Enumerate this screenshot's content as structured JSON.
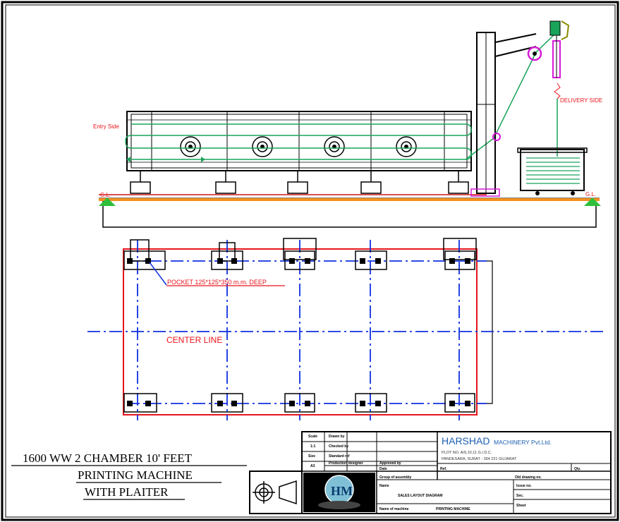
{
  "labels": {
    "entry_side": "Entry Side",
    "delivery_side": "DELIVERY SIDE",
    "gl_left": "G.L.",
    "gl_right": "G.L.",
    "pocket": "POCKET 125*125*350 m.m. DEEP",
    "center_line": "CENTER LINE"
  },
  "drawing_title": {
    "line1": "1600  WW 2  CHAMBER  10' FEET",
    "line2": "PRINTING MACHINE",
    "line3": "WITH PLAITER"
  },
  "title_block": {
    "company_name": "HARSHAD",
    "company_suffix": "MACHINERY  Pvt.Ltd.",
    "address_line1": "PLOT NO. A/9,10,11  G.I.D.C.",
    "address_line2": "PANDESARA, SURAT - 394 221  GUJARAT",
    "logo_text": "HM",
    "fields": {
      "scale": "Scale",
      "scale_value": "1:1",
      "drawn_by": "Drawn by",
      "checked_by": "Checked by",
      "size": "Size",
      "size_value": "A3",
      "standard": "Standard ref",
      "production": "Production designer",
      "approved_by": "Approved by",
      "date": "Date",
      "group_assembly": "Group of assembly",
      "old_drawing": "Old drawing no.",
      "name": "Name",
      "name_value": "SALES LAYOUT DIAGRAM",
      "name_of_machine": "Name of machine",
      "machine_value": "PRINTING MACHINE",
      "ref_no": "Ref.",
      "qty": "Qty.",
      "issue": "Issue no.",
      "section": "Sec.",
      "sheet": "Sheet"
    }
  },
  "colors": {
    "frame": "#000000",
    "belt": "#1aa35a",
    "ground": "#f5901e",
    "pocket_outline": "#e8141b",
    "center_line": "#1030e0",
    "magenta": "#d61ad6",
    "ground_marker": "#2fbf3a",
    "plaiter_arm": "#8a8a00"
  }
}
